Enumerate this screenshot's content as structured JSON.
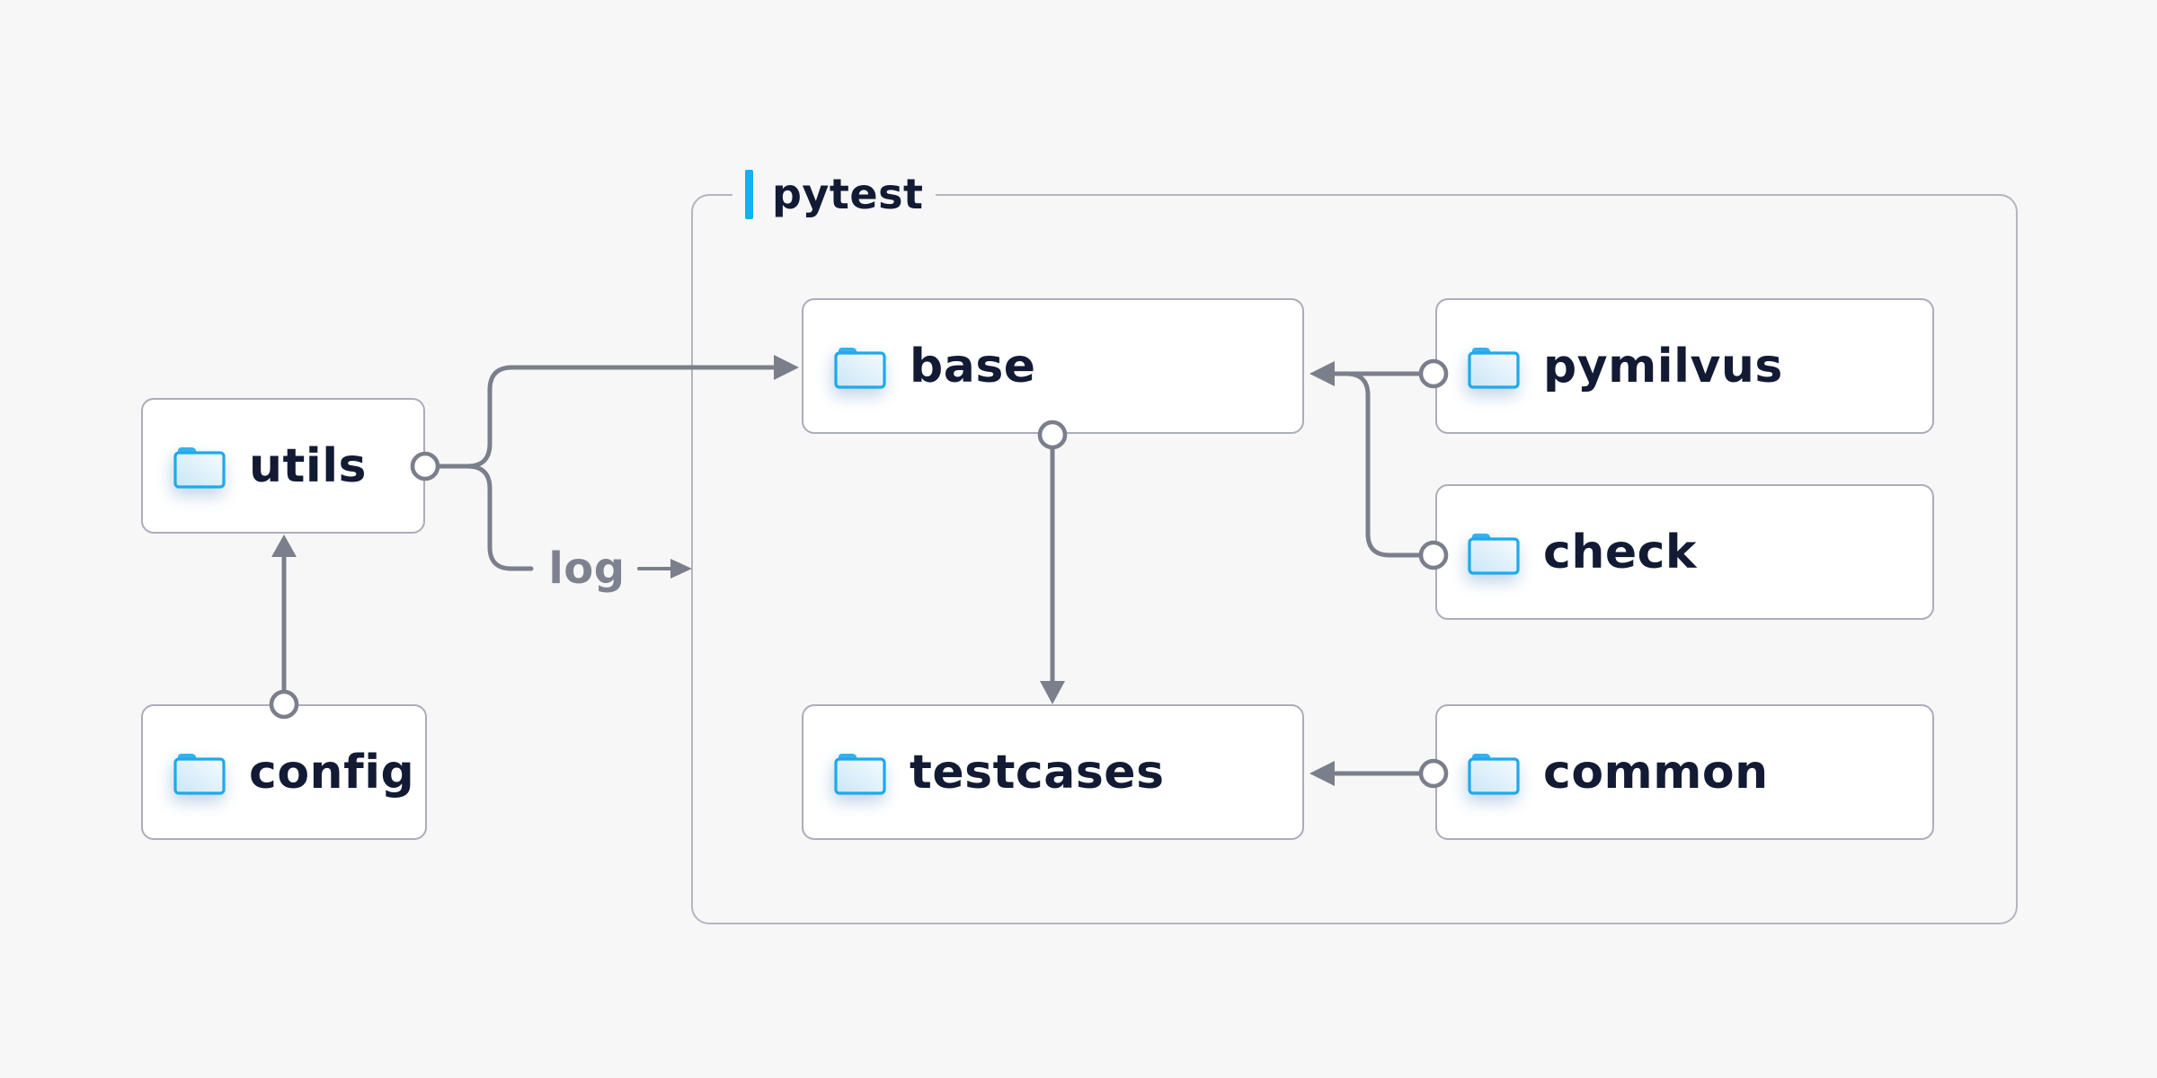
{
  "group": {
    "label": "pytest"
  },
  "nodes": [
    {
      "id": "utils",
      "label": "utils",
      "icon": "folder-icon"
    },
    {
      "id": "config",
      "label": "config",
      "icon": "folder-icon"
    },
    {
      "id": "base",
      "label": "base",
      "icon": "folder-icon"
    },
    {
      "id": "pymilvus",
      "label": "pymilvus",
      "icon": "folder-icon"
    },
    {
      "id": "check",
      "label": "check",
      "icon": "folder-icon"
    },
    {
      "id": "testcases",
      "label": "testcases",
      "icon": "folder-icon"
    },
    {
      "id": "common",
      "label": "common",
      "icon": "folder-icon"
    }
  ],
  "edges": [
    {
      "from": "config",
      "to": "utils",
      "style": "arrow"
    },
    {
      "from": "utils",
      "to": "base",
      "style": "arrow"
    },
    {
      "from": "utils",
      "to": "pytest",
      "label": "log",
      "style": "arrow"
    },
    {
      "from": "base",
      "to": "testcases",
      "style": "arrow"
    },
    {
      "from": "pymilvus",
      "to": "base",
      "style": "arrow"
    },
    {
      "from": "check",
      "to": "base",
      "style": "arrow"
    },
    {
      "from": "common",
      "to": "testcases",
      "style": "arrow"
    }
  ],
  "colors": {
    "background": "#f7f7f8",
    "accent_blue": "#17b0ef",
    "folder_blue": "#1ea9eb",
    "text_navy": "#121a34",
    "connector_gray": "#7b7f8c",
    "box_border": "#abadba",
    "group_border": "#b4b5c2"
  }
}
